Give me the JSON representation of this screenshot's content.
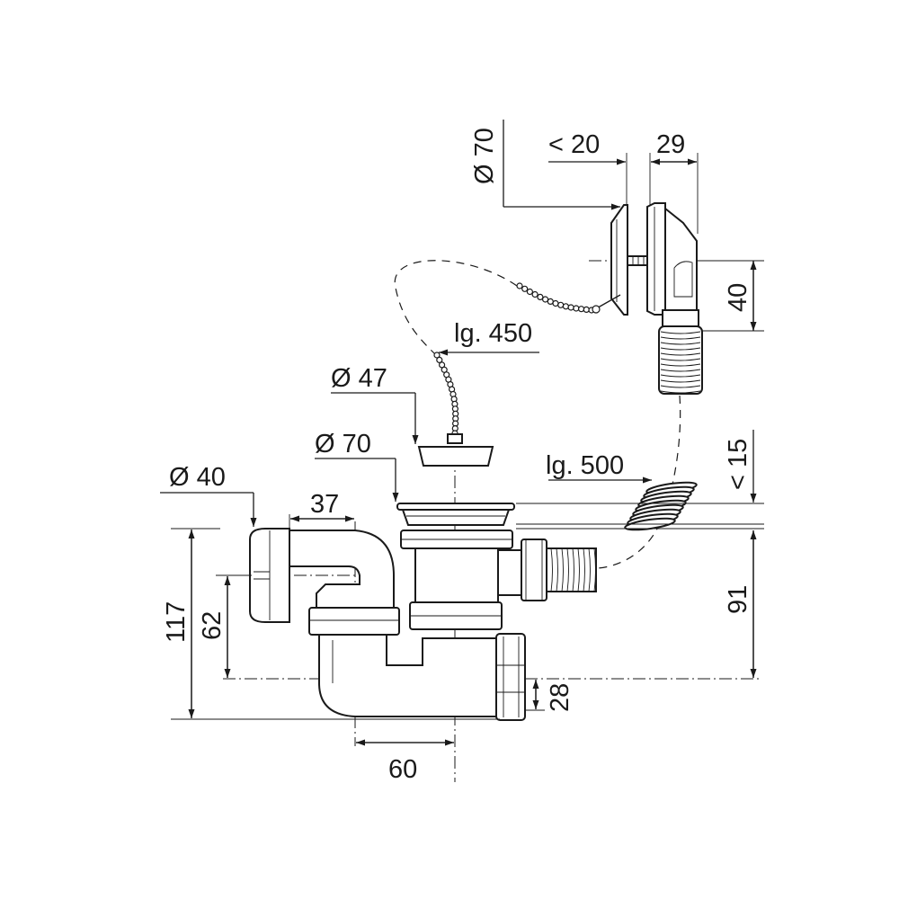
{
  "colors": {
    "line": "#1a1a1a",
    "background": "#ffffff"
  },
  "dims": {
    "overflow_diameter": "Ø 70",
    "overflow_gap": "< 20",
    "overflow_depth": "29",
    "overflow_height": "40",
    "chain_length": "lg. 450",
    "plug_diameter": "Ø 47",
    "waste_diameter": "Ø 70",
    "hose_length": "lg. 500",
    "sink_thickness": "< 15",
    "outlet_diameter": "Ø 40",
    "trap_offset": "37",
    "total_height": "117",
    "outlet_height": "62",
    "waste_height": "91",
    "outlet_low": "28",
    "trap_width": "60"
  }
}
